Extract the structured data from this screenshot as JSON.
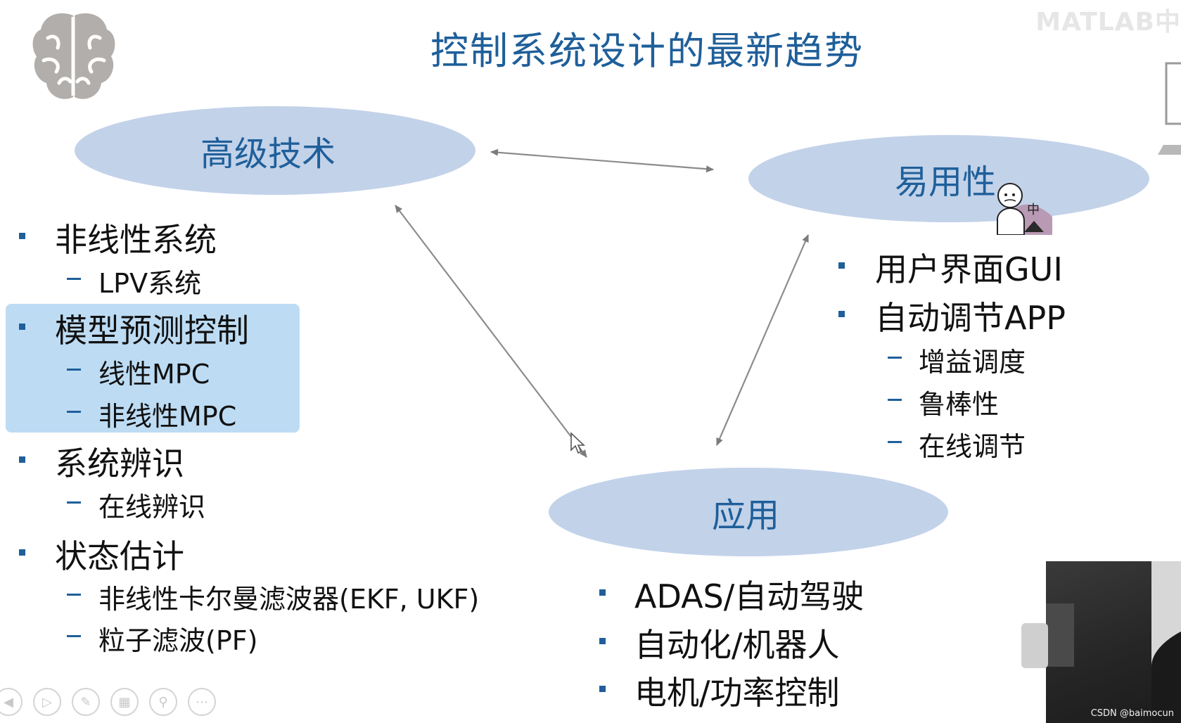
{
  "slide": {
    "title": "控制系统设计的最新趋势",
    "watermark": "MATLAB中"
  },
  "ovals": {
    "advanced": "高级技术",
    "usability": "易用性",
    "application": "应用"
  },
  "advanced_list": {
    "item1": "非线性系统",
    "item1_sub1": "LPV系统",
    "item2": "模型预测控制",
    "item2_sub1": "线性MPC",
    "item2_sub2": "非线性MPC",
    "item3": "系统辨识",
    "item3_sub1": "在线辨识",
    "item4": "状态估计",
    "item4_sub1": "非线性卡尔曼滤波器(EKF, UKF)",
    "item4_sub2": "粒子滤波(PF)"
  },
  "usability_list": {
    "item1": "用户界面GUI",
    "item2": "自动调节APP",
    "item2_sub1": "增益调度",
    "item2_sub2": "鲁棒性",
    "item2_sub3": "在线调节"
  },
  "application_list": {
    "item1": "ADAS/自动驾驶",
    "item2": "自动化/机器人",
    "item3": "电机/功率控制"
  },
  "badge": {
    "label": "中"
  },
  "footer": {
    "credit": "CSDN @baimocun"
  },
  "controls": [
    "previous-icon",
    "play-icon",
    "pen-icon",
    "slides-icon",
    "zoom-icon",
    "more-icon"
  ],
  "colors": {
    "title": "#1f5f9a",
    "oval": "#c2d2e9",
    "highlight": "#bddcf4",
    "bullet": "#1f5f9a"
  }
}
